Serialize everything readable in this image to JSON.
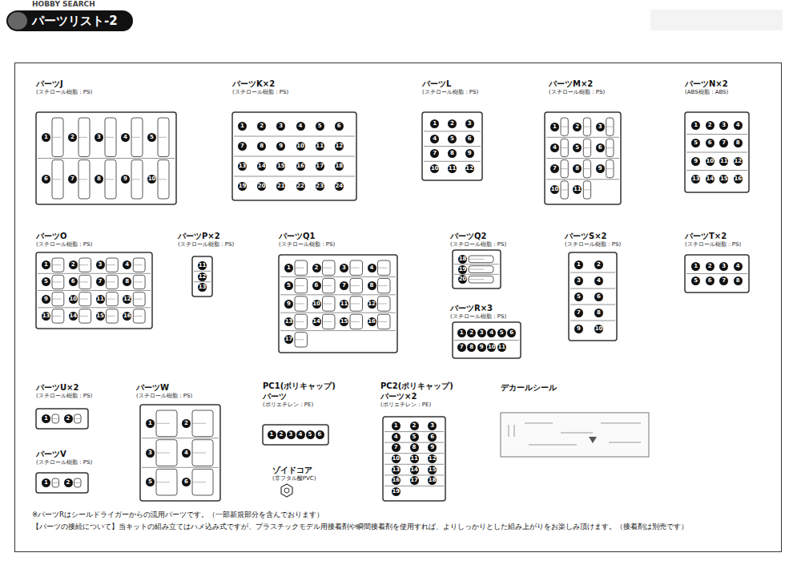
{
  "diagram": {
    "title": "パーツリスト-2",
    "nodes": [
      {
        "text": [
          "パーツJ",
          "(スチロール樹脂：PS)"
        ]
      },
      {
        "text": [
          "パーツK×2",
          "(スチロール樹脂：PS)"
        ]
      },
      {
        "text": [
          "パーツL",
          "(スチロール樹脂：PS)"
        ]
      },
      {
        "text": [
          "パーツM×2",
          "(スチロール樹脂：PS)"
        ]
      },
      {
        "text": [
          "パーツN×2",
          "(ABS樹脂：ABS)"
        ]
      },
      {
        "text": [
          "パーツO",
          "(スチロール樹脂：PS)"
        ]
      },
      {
        "text": [
          "パーツP×2",
          "(スチロール樹脂：PS)"
        ]
      },
      {
        "text": [
          "パーツQ1",
          "(スチロール樹脂：PS)"
        ]
      },
      {
        "text": [
          "パーツQ2",
          "(スチロール樹脂：PS)"
        ]
      },
      {
        "text": [
          "パーツR×3",
          "(スチロール樹脂：PS)"
        ]
      },
      {
        "text": [
          "パーツS×2",
          "(スチロール樹脂：PS)"
        ]
      },
      {
        "text": [
          "パーツT×2",
          "(スチロール樹脂：PS)"
        ]
      },
      {
        "text": [
          "パーツU×2",
          "(スチロール樹脂：PS)"
        ]
      },
      {
        "text": [
          "パーツV",
          "(スチロール樹脂：PS)"
        ]
      },
      {
        "text": [
          "パーツW",
          "(スチロール樹脂：PS)"
        ]
      },
      {
        "text": [
          "PC1(ポリキャップ) パーツ",
          "(ポリエチレン：PE)"
        ]
      },
      {
        "text": [
          "ゾイドコア",
          "(非フタル酸PVC)"
        ]
      },
      {
        "text": [
          "PC2(ポリキャップ) パーツ×2",
          "(ポリエチレン：PE)"
        ]
      },
      {
        "text": [
          "デカールシール"
        ]
      }
    ],
    "labels": [
      "HOBBY SEARCH",
      "1",
      "2",
      "3",
      "4",
      "5",
      "6",
      "7",
      "8",
      "9",
      "10",
      "1",
      "2",
      "3",
      "4",
      "5",
      "6",
      "7",
      "8",
      "9",
      "10",
      "11",
      "12",
      "13",
      "14",
      "15",
      "16",
      "17",
      "18",
      "19",
      "20",
      "21",
      "22",
      "23",
      "24",
      "1",
      "2",
      "3",
      "4",
      "5",
      "6",
      "7",
      "8",
      "9",
      "10",
      "11",
      "12",
      "1",
      "2",
      "3",
      "4",
      "5",
      "6",
      "7",
      "8",
      "9",
      "10",
      "11",
      "1",
      "2",
      "3",
      "4",
      "5",
      "6",
      "7",
      "8",
      "9",
      "10",
      "11",
      "12",
      "13",
      "14",
      "15",
      "16",
      "1",
      "2",
      "3",
      "4",
      "5",
      "6",
      "7",
      "8",
      "9",
      "10",
      "11",
      "12",
      "13",
      "14",
      "15",
      "16",
      "11",
      "12",
      "13",
      "1",
      "2",
      "3",
      "4",
      "5",
      "6",
      "7",
      "8",
      "9",
      "10",
      "11",
      "12",
      "13",
      "14",
      "15",
      "16",
      "17",
      "18",
      "19",
      "20",
      "1",
      "2",
      "3",
      "4",
      "5",
      "6",
      "7",
      "8",
      "9",
      "10",
      "11",
      "1",
      "2",
      "3",
      "4",
      "5",
      "6",
      "7",
      "8",
      "9",
      "10",
      "1",
      "2",
      "3",
      "4",
      "5",
      "6",
      "7",
      "8",
      "1",
      "2",
      "1",
      "2",
      "1",
      "2",
      "3",
      "4",
      "5",
      "6",
      "1",
      "2",
      "3",
      "4",
      "5",
      "6",
      "1",
      "2",
      "3",
      "4",
      "5",
      "6",
      "7",
      "8",
      "9",
      "10",
      "11",
      "12",
      "13",
      "14",
      "15",
      "16",
      "17",
      "18",
      "19",
      "※パーツRはシールドライガーからの流用パーツです。（一部新規部分を含んでおります）",
      "【パーツの接続について】当キットの組み立てはハメ込み式ですが、プラスチックモデル用接着剤や瞬間接着剤を使用すれば、よりしっかりとした組み上がりをお楽しみ頂けます。（接着剤は別売です）"
    ]
  }
}
